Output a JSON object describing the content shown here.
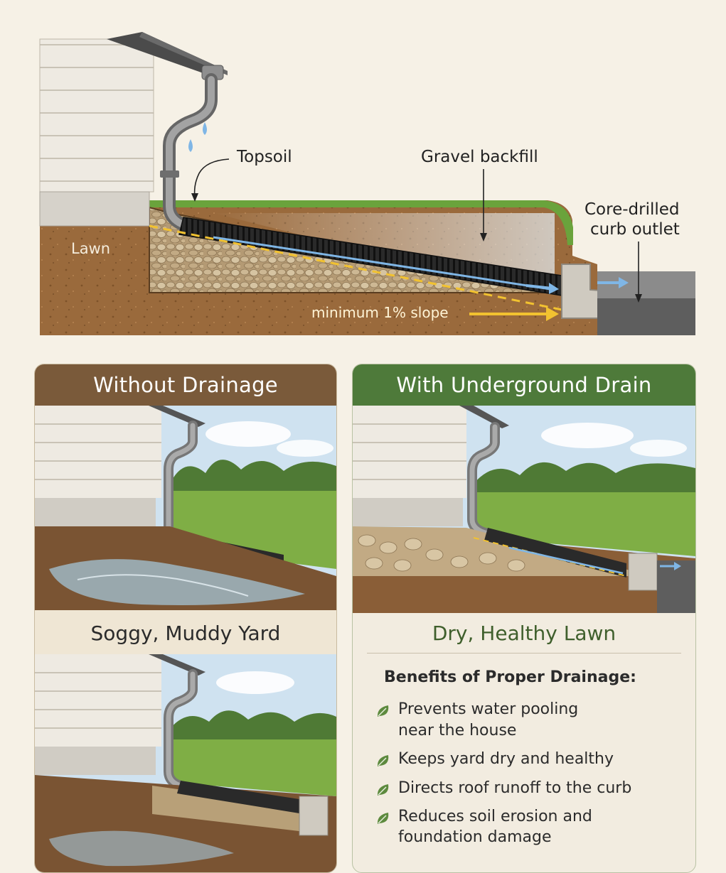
{
  "diagram": {
    "labels": {
      "topsoil": "Topsoil",
      "gravel_backfill": "Gravel backfill",
      "curb_outlet_line1": "Core-drilled",
      "curb_outlet_line2": "curb outlet",
      "lawn": "Lawn",
      "slope": "minimum 1% slope"
    },
    "colors": {
      "soil": "#9a6a3c",
      "grass": "#6aa33c",
      "pipe": "#2b2b2b",
      "water_arrow": "#7fb6e6",
      "slope_arrow": "#f2c230",
      "curb": "#cfcac0",
      "road": "#5e5e5e"
    }
  },
  "comparison": {
    "left": {
      "title": "Without Drainage",
      "caption": "Soggy, Muddy Yard",
      "header_color": "#7a5a3a"
    },
    "right": {
      "title": "With Underground Drain",
      "caption": "Dry, Healthy Lawn",
      "header_color": "#4e7a3a",
      "benefits_title": "Benefits of Proper Drainage:",
      "benefits": [
        {
          "line1": "Prevents water pooling",
          "line2": "near the house"
        },
        {
          "line1": "Keeps yard dry and healthy",
          "line2": ""
        },
        {
          "line1": "Directs roof runoff to the curb",
          "line2": ""
        },
        {
          "line1": "Reduces soil erosion and",
          "line2": "foundation damage"
        }
      ],
      "bullet_icon": "leaf-icon"
    }
  }
}
